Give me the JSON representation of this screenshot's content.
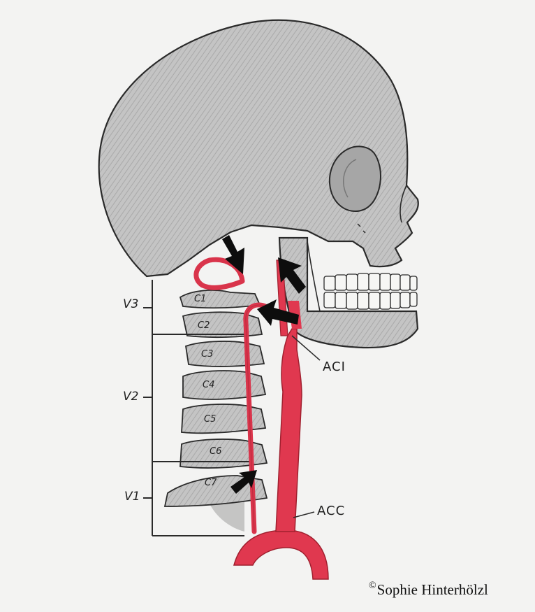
{
  "segments": [
    "V3",
    "V2",
    "V1"
  ],
  "vertebrae": [
    "C1",
    "C2",
    "C3",
    "C4",
    "C5",
    "C6",
    "C7"
  ],
  "arteries": [
    "ACI",
    "ACC"
  ],
  "credit": {
    "symbol": "©",
    "name": "Sophie Hinterhölzl"
  },
  "colors": {
    "artery": "#e0384f",
    "bone": "#bdbdbd",
    "outline": "#2a2a2a",
    "arrow": "#0d0d0d",
    "paper": "#f3f3f2"
  }
}
